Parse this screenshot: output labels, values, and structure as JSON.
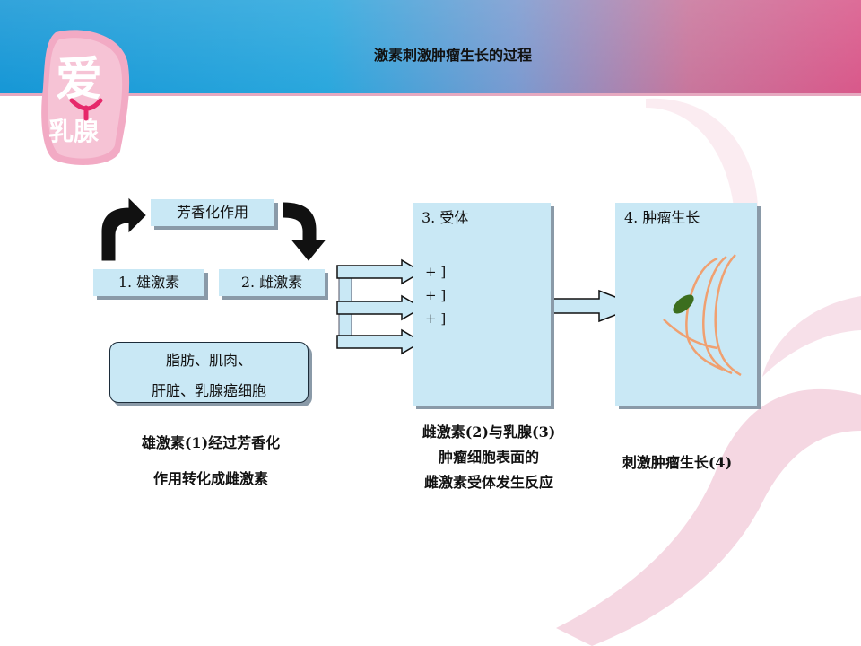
{
  "title": "激素刺激肿瘤生长的过程",
  "logo": {
    "top": "爱",
    "bottom": "乳腺"
  },
  "step_boxes": {
    "aromatase": "芳香化作用",
    "androgen": "1. 雄激素",
    "estrogen": "2. 雌激素",
    "receptor": "3. 受体",
    "tumor": "4. 肿瘤生长"
  },
  "tissue_box": {
    "line1": "脂肪、肌肉、",
    "line2": "肝脏、乳腺癌细胞"
  },
  "receptor_marks": [
    "+ ]",
    "+ ]",
    "+ ]"
  ],
  "captions": {
    "left_line1": "雄激素(1)经过芳香化",
    "left_line2": "作用转化成雌激素",
    "mid_line1": "雌激素(2)与乳腺(3)",
    "mid_line2": "肿瘤细胞表面的",
    "mid_line3": "雌激素受体发生反应",
    "right": "刺激肿瘤生长(4)"
  },
  "colors": {
    "box_fill": "#c9e8f5",
    "arrow_fill": "#c9e8f5",
    "tumor_outline": "#f0a070",
    "tumor_core": "#3c6e1e",
    "ribbon": "#f1c6d6"
  }
}
